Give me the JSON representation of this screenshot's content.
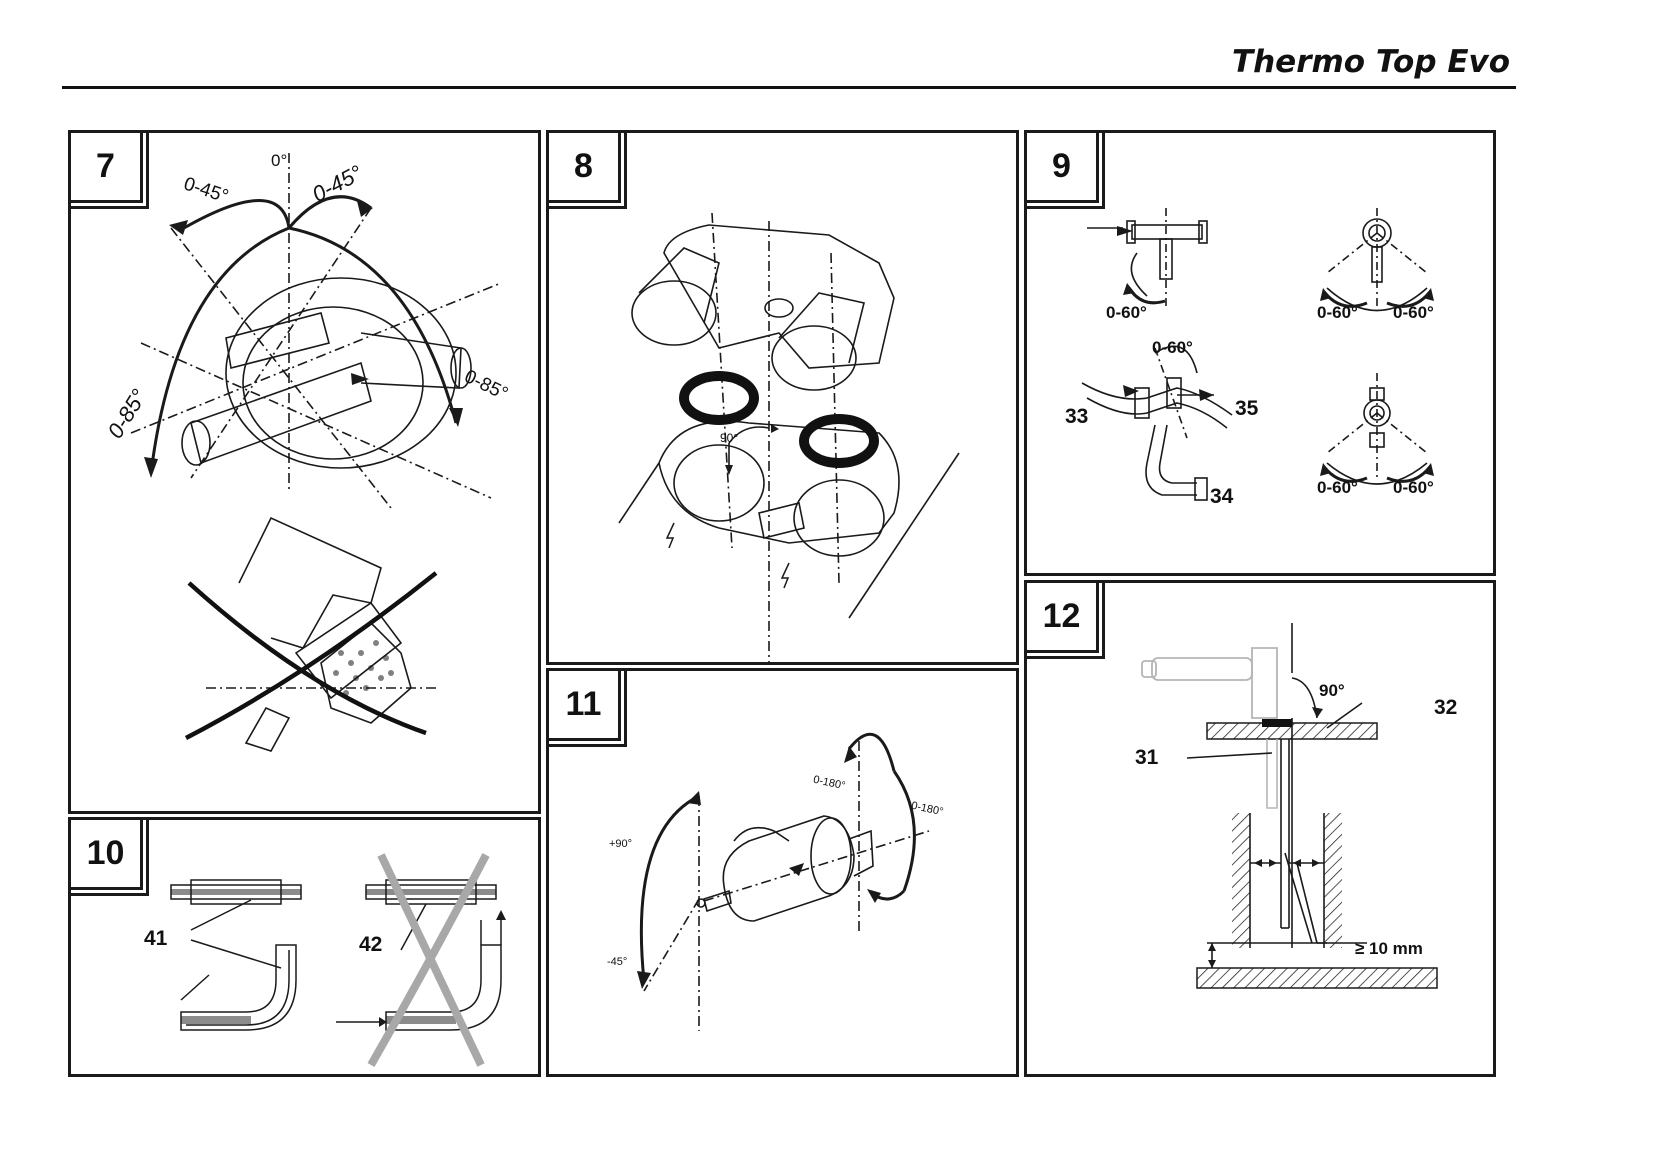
{
  "header": {
    "title": "Thermo Top Evo"
  },
  "figures": [
    {
      "number": "7",
      "labels": [
        "0°",
        "0-45°",
        "0-45°",
        "0-85°",
        "0-85°"
      ]
    },
    {
      "number": "8",
      "labels": [
        "90°"
      ]
    },
    {
      "number": "9",
      "labels": [
        "0-60°",
        "0-60°",
        "0-60°",
        "0-60°",
        "0-60°",
        "0-60°",
        "33",
        "35",
        "34"
      ]
    },
    {
      "number": "10",
      "labels": [
        "41",
        "42"
      ]
    },
    {
      "number": "11",
      "labels": [
        "+90°",
        "-45°",
        "0-180°",
        "0-180°"
      ]
    },
    {
      "number": "12",
      "labels": [
        "90°",
        "32",
        "31",
        "≥ 10 mm"
      ]
    }
  ],
  "colors": {
    "line": "#1a1a1a",
    "cross_fig7": "#111111",
    "cross_fig10": "#a8a8a8"
  }
}
